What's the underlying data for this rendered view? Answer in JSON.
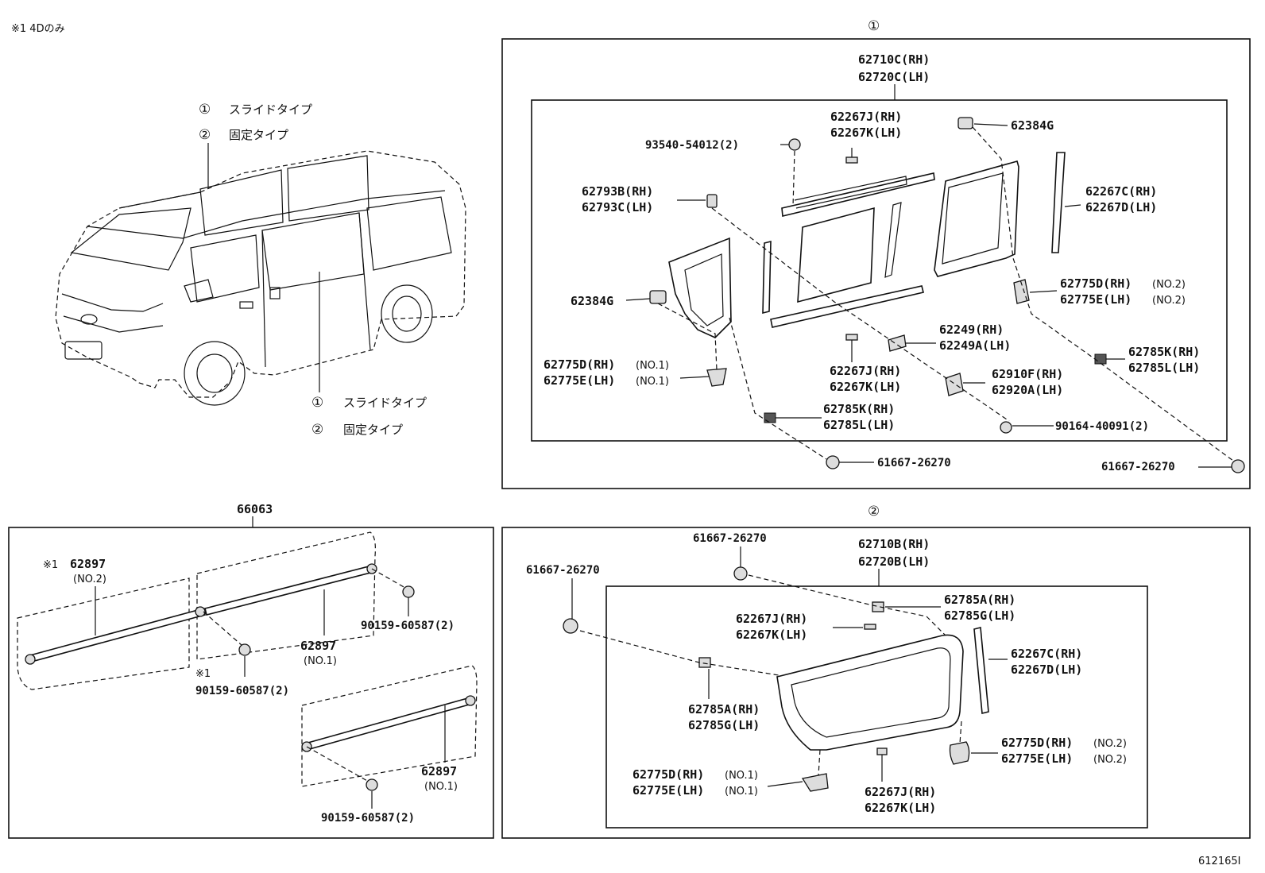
{
  "header_note": "※1 4Dのみ",
  "footer_code": "612165I",
  "van": {
    "top_markers": [
      "①",
      "②"
    ],
    "top_labels": [
      "スライドタイプ",
      "固定タイプ"
    ],
    "bottom_markers": [
      "①",
      "②"
    ],
    "bottom_labels": [
      "スライドタイプ",
      "固定タイプ"
    ]
  },
  "section1": {
    "marker": "①",
    "assembly": [
      "62710C(RH)",
      "62720C(LH)"
    ],
    "labels": {
      "seal_top": [
        "62267J(RH)",
        "62267K(LH)"
      ],
      "screw_top": "93540-54012(2)",
      "clip_top_right": "62384G",
      "bracket_left": [
        "62793B(RH)",
        "62793C(LH)"
      ],
      "weatherstrip_right": [
        "62267C(RH)",
        "62267D(LH)"
      ],
      "clip_left": "62384G",
      "cover_right_no2": [
        "62775D(RH)",
        "62775E(LH)"
      ],
      "cover_right_no2_note": [
        "(NO.2)",
        "(NO.2)"
      ],
      "slider": [
        "62249(RH)",
        "62249A(LH)"
      ],
      "cover_left_no1": [
        "62775D(RH)",
        "62775E(LH)"
      ],
      "cover_left_no1_note": [
        "(NO.1)",
        "(NO.1)"
      ],
      "seal_mid": [
        "62267J(RH)",
        "62267K(LH)"
      ],
      "latch": [
        "62910F(RH)",
        "62920A(LH)"
      ],
      "retainer_right": [
        "62785K(RH)",
        "62785L(LH)"
      ],
      "retainer_bottom": [
        "62785K(RH)",
        "62785L(LH)"
      ],
      "screw_bottom": "90164-40091(2)",
      "nut_left": "61667-26270",
      "nut_right": "61667-26270"
    }
  },
  "section_bar": {
    "assembly": "66063",
    "labels": {
      "bar_left": "62897",
      "bar_left_mark": "※1",
      "bar_left_note": "(NO.2)",
      "bolt_right": "90159-60587(2)",
      "bar_mid": "62897",
      "bar_mid_note": "(NO.1)",
      "bolt_mid_mark": "※1",
      "bolt_mid": "90159-60587(2)",
      "bar_lower": "62897",
      "bar_lower_note": "(NO.1)",
      "bolt_lower": "90159-60587(2)"
    }
  },
  "section2": {
    "marker": "②",
    "assembly": [
      "62710B(RH)",
      "62720B(LH)"
    ],
    "labels": {
      "nut_top": "61667-26270",
      "nut_left": "61667-26270",
      "retainer_top": [
        "62785A(RH)",
        "62785G(LH)"
      ],
      "seal_top": [
        "62267J(RH)",
        "62267K(LH)"
      ],
      "weatherstrip": [
        "62267C(RH)",
        "62267D(LH)"
      ],
      "retainer_left": [
        "62785A(RH)",
        "62785G(LH)"
      ],
      "cover_no2": [
        "62775D(RH)",
        "62775E(LH)"
      ],
      "cover_no2_note": [
        "(NO.2)",
        "(NO.2)"
      ],
      "cover_no1": [
        "62775D(RH)",
        "62775E(LH)"
      ],
      "cover_no1_note": [
        "(NO.1)",
        "(NO.1)"
      ],
      "seal_bottom": [
        "62267J(RH)",
        "62267K(LH)"
      ]
    }
  }
}
